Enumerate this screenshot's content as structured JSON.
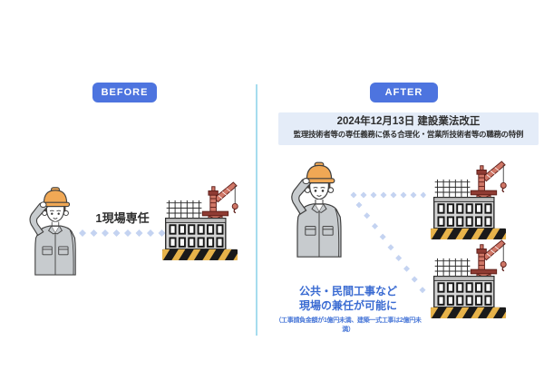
{
  "before_panel": {
    "badge_label": "BEFORE",
    "assignment_label": "1現場専任"
  },
  "after_panel": {
    "badge_label": "AFTER",
    "law_box": {
      "title": "2024年12月13日 建設業法改正",
      "subtitle": "監理技術者等の専任義務に係る合理化・営業所技術者等の職務の特例"
    },
    "note": {
      "line1": "公共・民間工事など",
      "line2": "現場の兼任が可能に",
      "fine_print": "（工事請負金額が1億円未満、建築一式工事は2億円未満）"
    }
  },
  "icons": {
    "worker": "construction-worker-illustration",
    "building": "building-under-construction-with-crane",
    "connector": "diamond-dotted-line"
  },
  "colors": {
    "badge_blue": "#4d74df",
    "law_box_bg": "#e4ecf8",
    "note_blue": "#3a6bd2",
    "divider_blue": "#a6dcee",
    "dot_blue": "#c4d3f1",
    "dark_text": "#2e2e2e",
    "helmet_orange": "#f0a855",
    "uniform_gray": "#c7cbce",
    "crane_red": "#d07767",
    "crane_dark_red": "#8f3b33",
    "barrier_yellow": "#e7b34a"
  }
}
